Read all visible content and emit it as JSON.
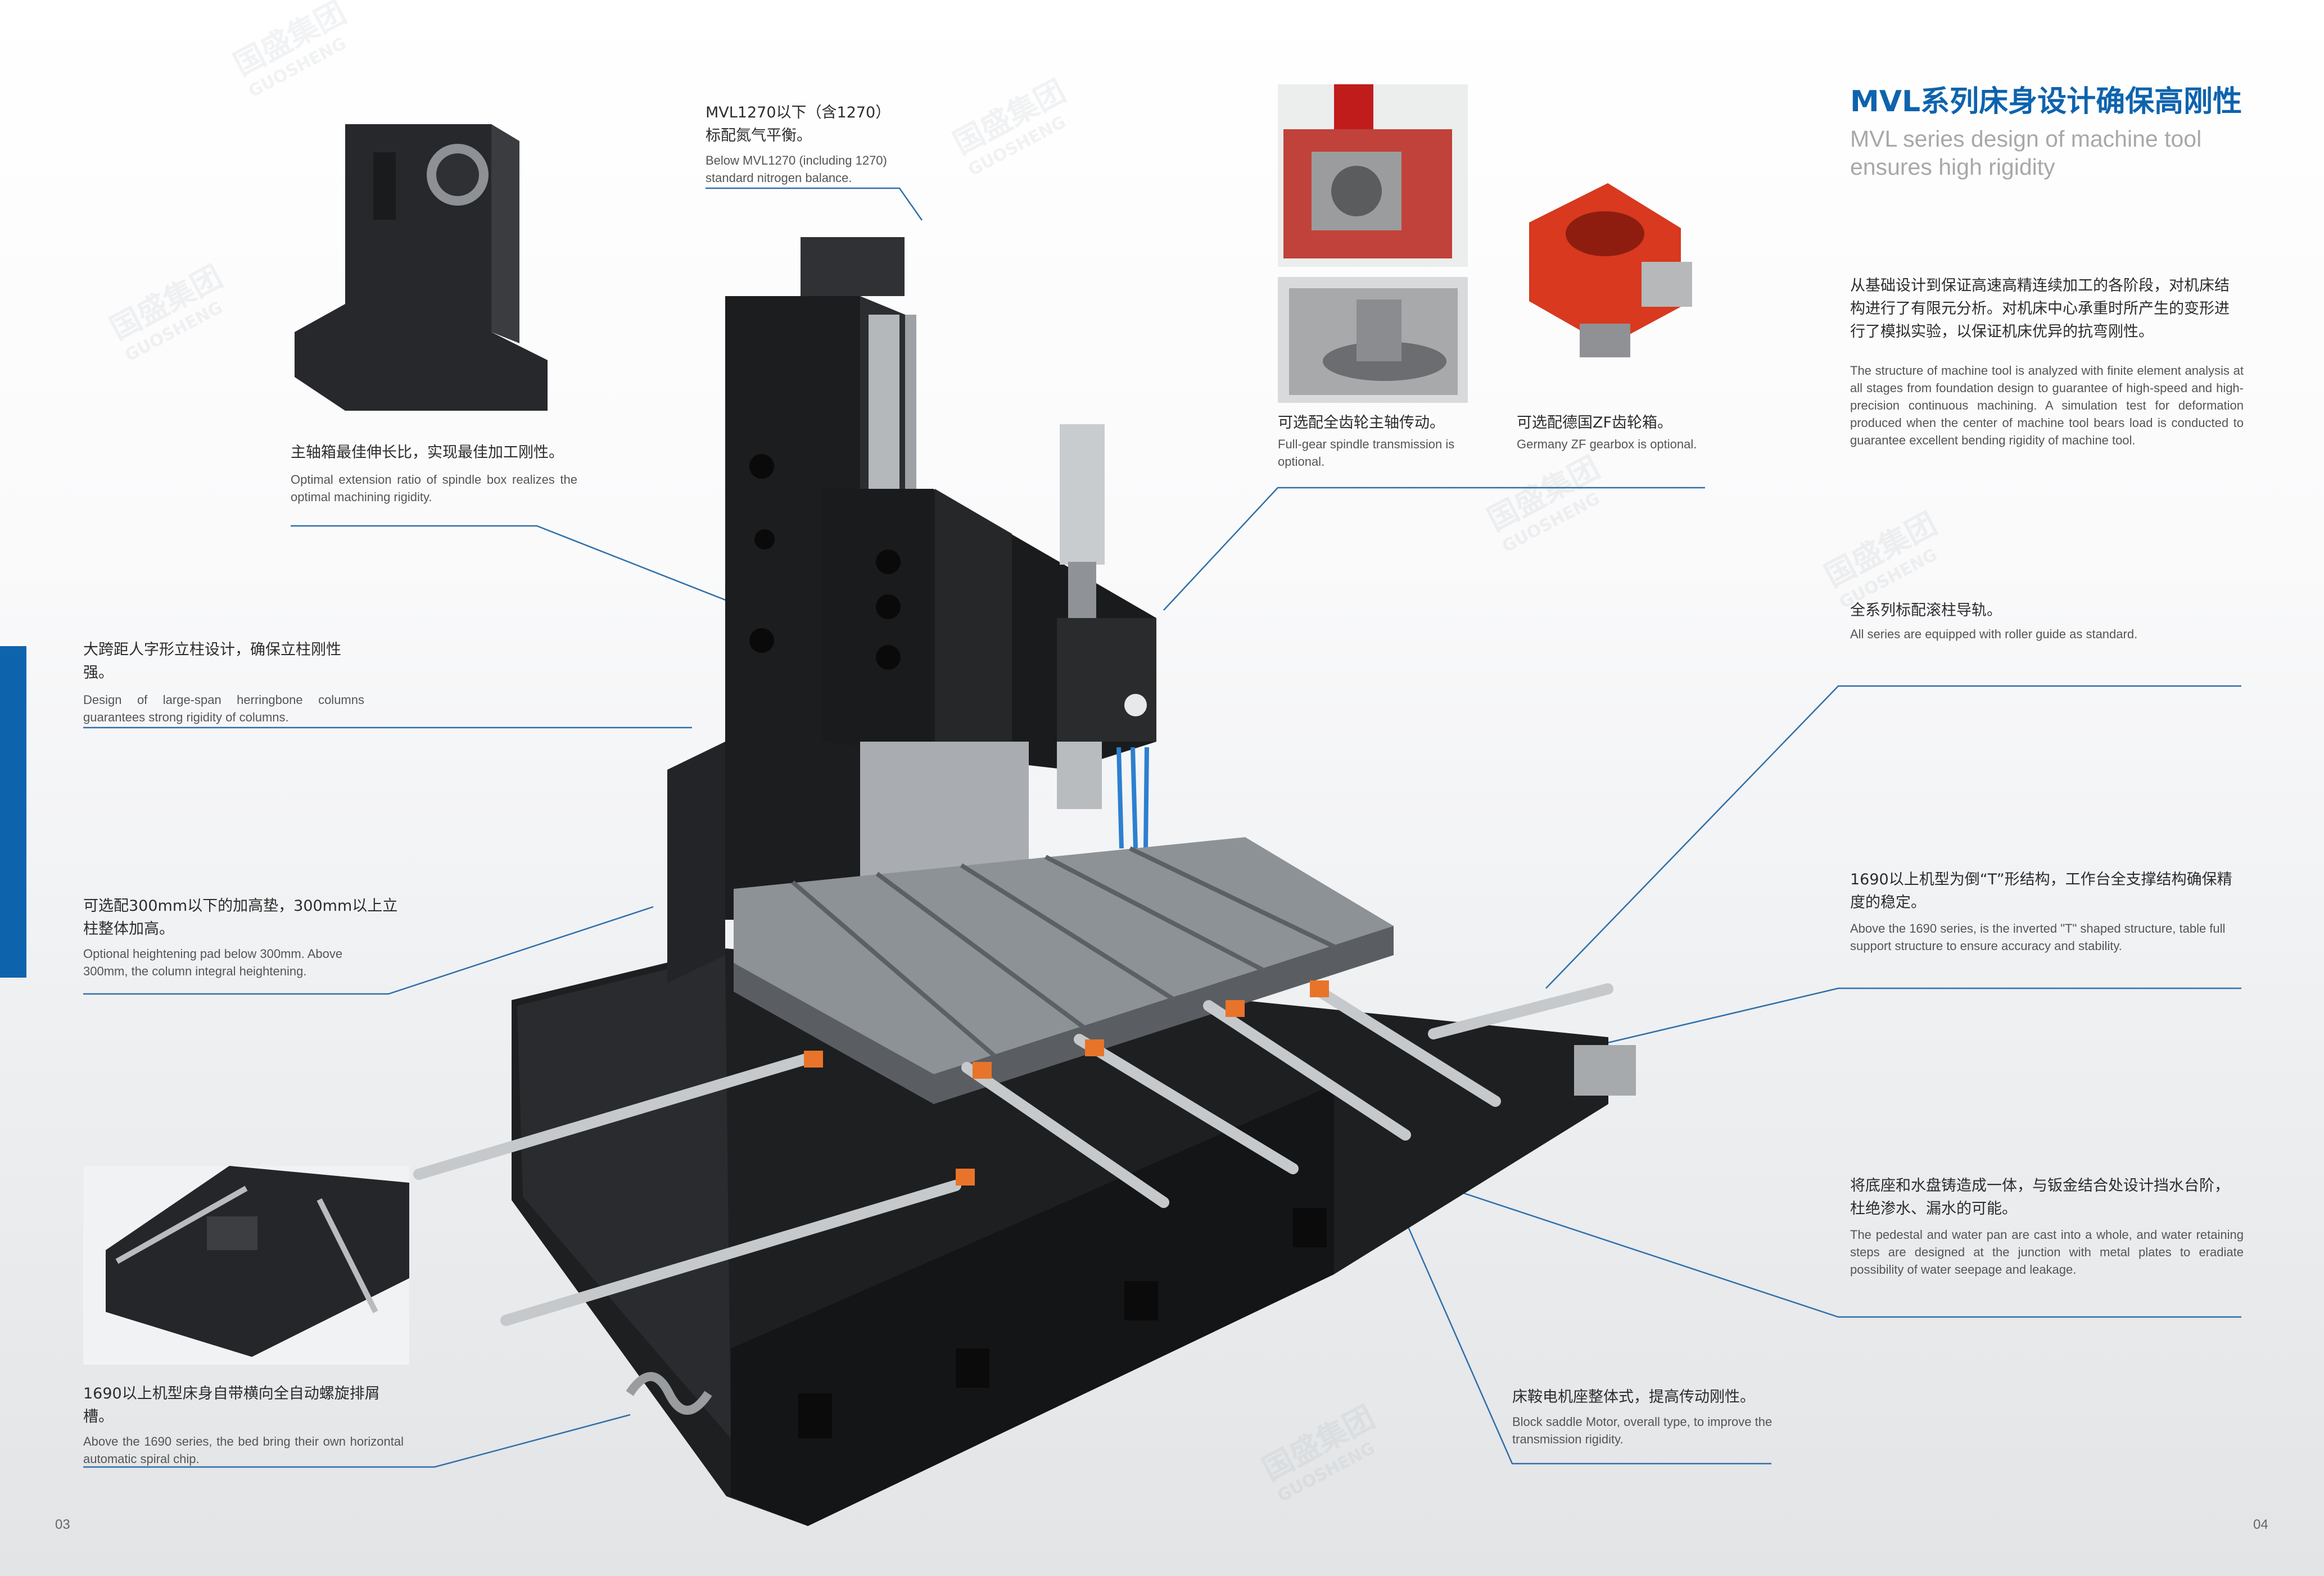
{
  "header": {
    "title": "MVL系列床身设计确保高刚性",
    "subtitle": "MVL series design of machine tool ensures high rigidity"
  },
  "intro": {
    "cn": "从基础设计到保证高速高精连续加工的各阶段，对机床结构进行了有限元分析。对机床中心承重时所产生的变形进行了模拟实验，以保证机床优异的抗弯刚性。",
    "en": "The structure of machine tool is analyzed with finite element analysis at all stages from foundation design to guarantee of high-speed and high-precision continuous machining. A simulation test for deformation produced when the center of machine tool bears load is conducted to guarantee excellent bending rigidity of machine tool."
  },
  "callouts": {
    "nitrogen": {
      "cn1": "MVL1270以下（含1270）",
      "cn2": "标配氮气平衡。",
      "en": "Below MVL1270 (including 1270) standard nitrogen balance."
    },
    "spindle_box": {
      "cn": "主轴箱最佳伸长比，实现最佳加工刚性。",
      "en": "Optimal extension ratio of spindle box realizes the optimal machining rigidity."
    },
    "columns": {
      "cn": "大跨距人字形立柱设计，确保立柱刚性强。",
      "en": "Design of large-span herringbone columns guarantees strong rigidity of columns."
    },
    "heightening": {
      "cn": "可选配300mm以下的加高垫，300mm以上立柱整体加高。",
      "en": "Optional heightening pad below 300mm. Above 300mm, the column integral heightening."
    },
    "chip": {
      "cn": "1690以上机型床身自带横向全自动螺旋排屑槽。",
      "en": "Above the 1690 series, the bed bring their own horizontal automatic spiral chip."
    },
    "full_gear": {
      "cn": "可选配全齿轮主轴传动。",
      "en": "Full-gear spindle transmission is optional."
    },
    "zf_gearbox": {
      "cn": "可选配德国ZF齿轮箱。",
      "en": "Germany ZF gearbox is optional."
    },
    "roller_guide": {
      "cn": "全系列标配滚柱导轨。",
      "en": "All series are equipped with roller guide as standard."
    },
    "t_shape": {
      "cn": "1690以上机型为倒“T”形结构，工作台全支撑结构确保精度的稳定。",
      "en": "Above the 1690 series, is the inverted \"T\" shaped structure, table full support structure to ensure accuracy and stability."
    },
    "water_pan": {
      "cn": "将底座和水盘铸造成一体，与钣金结合处设计挡水台阶，杜绝渗水、漏水的可能。",
      "en": "The pedestal and water pan are cast into a whole, and water retaining steps are designed at the junction with metal plates to eradiate possibility of water seepage and leakage."
    },
    "saddle_motor": {
      "cn": "床鞍电机座整体式，提高传动刚性。",
      "en": "Block saddle Motor, overall type, to improve the transmission rigidity."
    }
  },
  "pages": {
    "left": "03",
    "right": "04"
  },
  "watermark": {
    "cn": "国盛集团",
    "en": "GUOSHENG"
  },
  "colors": {
    "accent": "#0e63ad",
    "line": "#2f6fa8",
    "casting": "#1e1f21",
    "table": "#8d9296",
    "orange": "#e8742a"
  }
}
